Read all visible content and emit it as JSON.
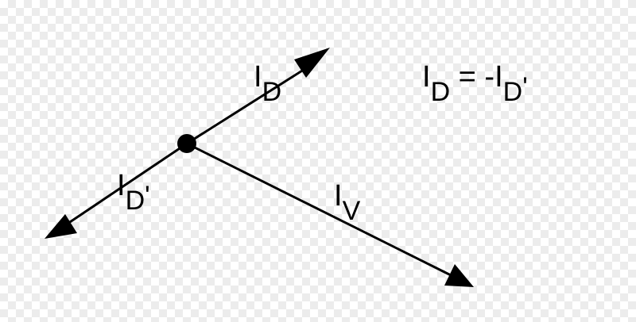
{
  "diagram": {
    "labels": {
      "i_d": {
        "main": "I",
        "sub": "D"
      },
      "i_d_prime": {
        "main": "I",
        "sub": "D",
        "prime": "'"
      },
      "i_v": {
        "main": "I",
        "sub": "V"
      }
    },
    "equation": {
      "lhs_main": "I",
      "lhs_sub": "D",
      "operator": " = -",
      "rhs_main": "I",
      "rhs_sub": "D",
      "rhs_prime": "'"
    }
  }
}
